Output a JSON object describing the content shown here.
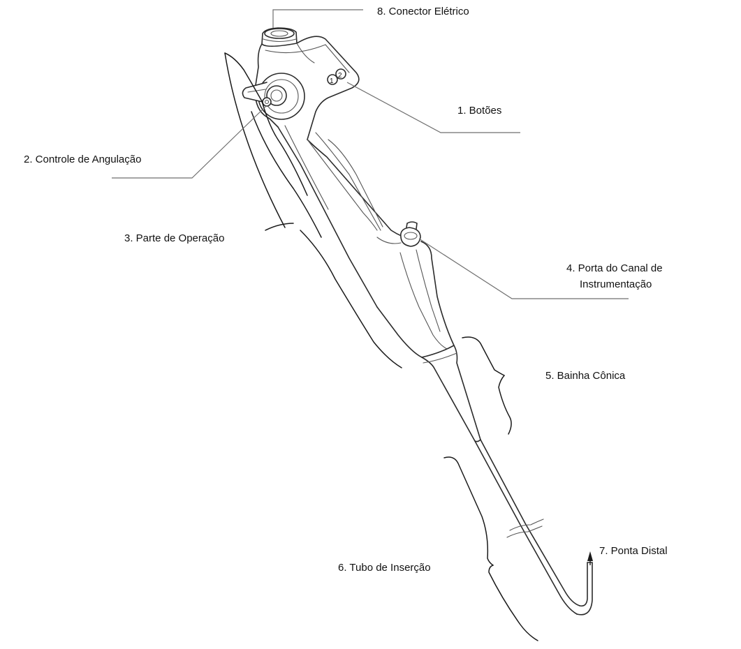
{
  "labels": {
    "buttons": "1. Botões",
    "angulation_control": "2. Controle de Angulação",
    "operation_part": "3. Parte de Operação",
    "instrument_port_line1": "4. Porta do Canal de",
    "instrument_port_line2": "Instrumentação",
    "conical_sheath": "5. Bainha Cônica",
    "insertion_tube": "6. Tubo de Inserção",
    "distal_tip": "7. Ponta Distal",
    "electrical_connector": "8. Conector Elétrico",
    "button_1": "1",
    "button_2": "2"
  },
  "colors": {
    "outline": "#2b2b2b",
    "leader": "#6f6f6f",
    "text": "#111111",
    "background": "#ffffff"
  }
}
